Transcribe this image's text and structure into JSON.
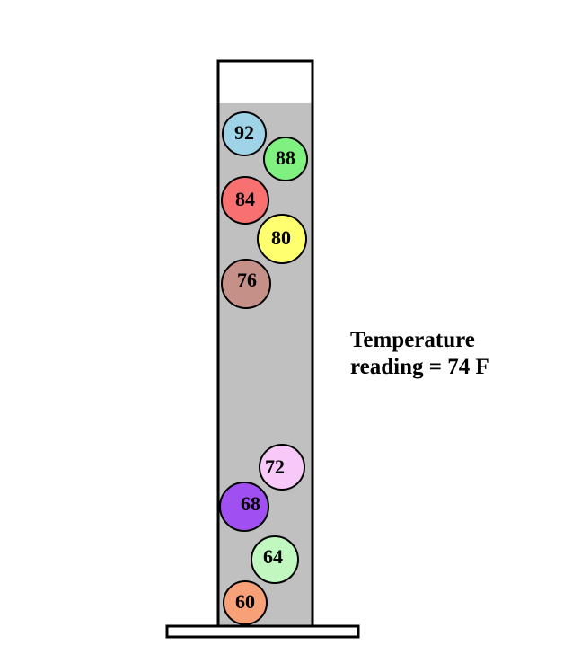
{
  "diagram": {
    "reading": {
      "line1": "Temperature",
      "line2": "reading = 74 F"
    },
    "colors": {
      "liquid": "#c0c0c0",
      "outline": "#000000",
      "background": "#ffffff"
    },
    "bulbs": [
      {
        "label": "92",
        "color": "#9fd4e8"
      },
      {
        "label": "88",
        "color": "#80f080"
      },
      {
        "label": "84",
        "color": "#f87070"
      },
      {
        "label": "80",
        "color": "#ffff70"
      },
      {
        "label": "76",
        "color": "#c49088"
      },
      {
        "label": "72",
        "color": "#f8c8f8"
      },
      {
        "label": "68",
        "color": "#a050f0"
      },
      {
        "label": "64",
        "color": "#c0f8c0"
      },
      {
        "label": "60",
        "color": "#f8a078"
      }
    ]
  }
}
